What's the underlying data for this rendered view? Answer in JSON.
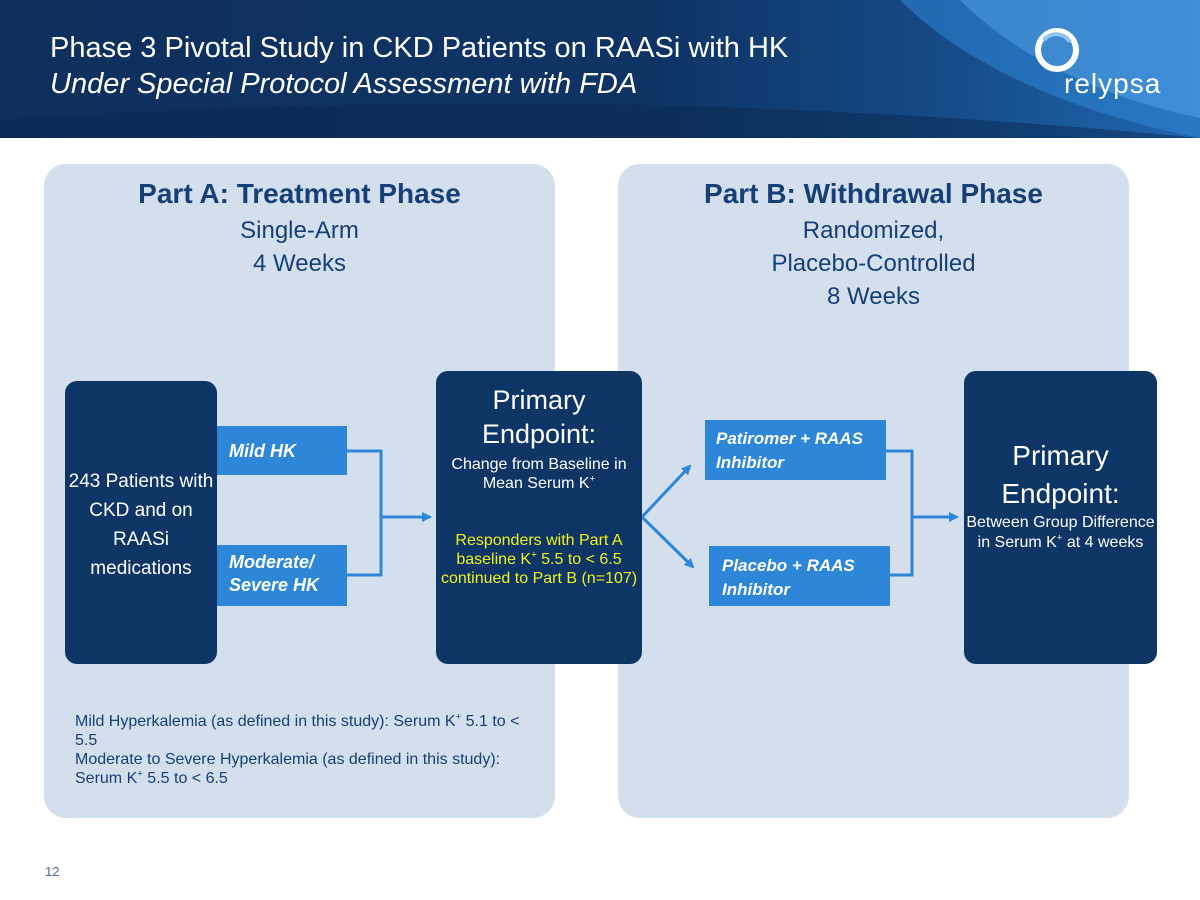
{
  "header": {
    "title": "Phase 3 Pivotal Study in CKD Patients on RAASi with HK",
    "subtitle": "Under Special Protocol Assessment with FDA",
    "logo_text": "relypsa"
  },
  "part_a": {
    "title": "Part A: Treatment Phase",
    "desc": [
      "Single-Arm",
      "4 Weeks"
    ],
    "patients": "243 Patients with CKD and on RAASi medications",
    "mild": "Mild HK",
    "moderate": "Moderate/ Severe HK",
    "endpoint": {
      "title": "Primary Endpoint:",
      "desc": "Change from Baseline in Mean Serum K",
      "responders_pre": "Responders with Part A baseline K",
      "responders_post": " 5.5 to < 6.5 continued to Part B (n=107)"
    },
    "footnote": {
      "line1_pre": "Mild Hyperkalemia (as defined in this study): Serum K",
      "line1_post": " 5.1 to < 5.5",
      "line2_pre": "Moderate to Severe Hyperkalemia (as defined in this study):  Serum K",
      "line2_post": " 5.5 to  < 6.5"
    }
  },
  "part_b": {
    "title": "Part B: Withdrawal Phase",
    "desc": [
      "Randomized,",
      "Placebo-Controlled",
      "8 Weeks"
    ],
    "patiromer": "Patiromer + RAAS Inhibitor",
    "placebo": "Placebo + RAAS Inhibitor",
    "endpoint": {
      "title": "Primary Endpoint:",
      "desc_pre": "Between Group Difference in Serum K",
      "desc_post": " at 4 weeks"
    }
  },
  "superscript": "+",
  "page_number": "12",
  "colors": {
    "header": "#0d2f5c",
    "panel": "#d3dfed",
    "dark_box": "#0d3566",
    "blue_box": "#2d86d7",
    "highlight": "#f2f21e",
    "text": "#163f78"
  }
}
